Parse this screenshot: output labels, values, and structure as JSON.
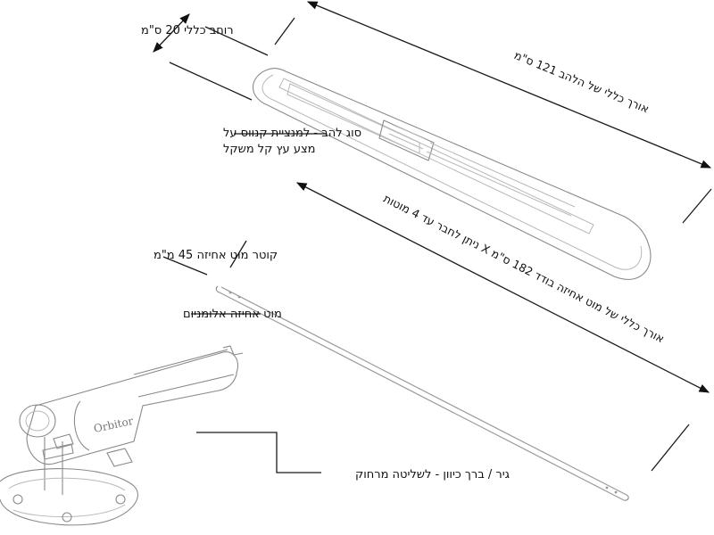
{
  "labels": {
    "overall_width": "רוחב כללי 20 ס\"מ",
    "blade": "סוג להב - למנציית קנווס על\nמצע עץ קל משקל",
    "handle_diameter": "קוטר מוט אחיזה 45 מ\"מ",
    "aluminum_handle": "מוט אחיזה אלומניום",
    "gear": "גיר / ברך כיוון - לשליטה מרחוק"
  },
  "dimensions": {
    "blade_length": "אורך כללי של הלהב 121 ס\"מ",
    "handle_length": "אורך כללי של מוט אחיזה בודד 182 ס\"מ X ניתן לחבר עד 4 מוטות"
  },
  "brand": "Orbitor"
}
